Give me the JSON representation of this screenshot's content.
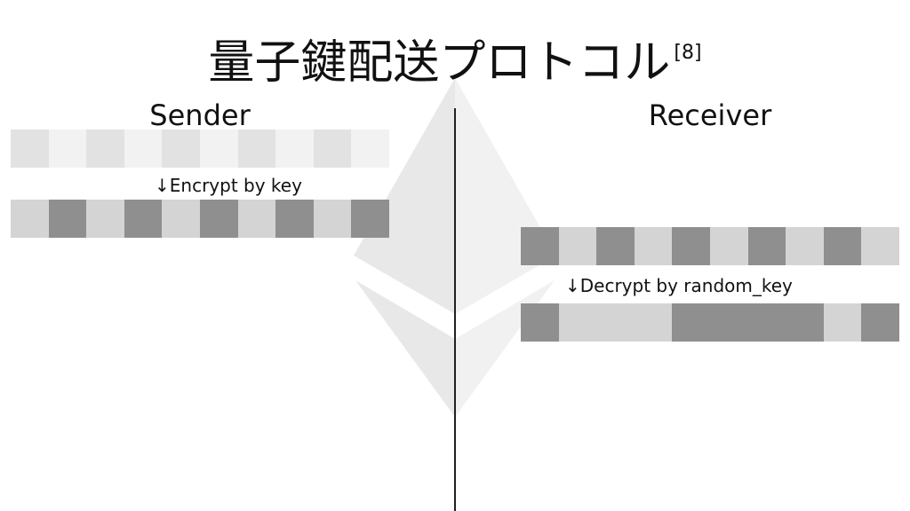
{
  "slide": {
    "title": "量子鍵配送プロトコル",
    "citation": "[8]"
  },
  "sender": {
    "label": "Sender",
    "plain_row": [
      "#e2e2e2",
      "#f2f2f2",
      "#e2e2e2",
      "#f2f2f2",
      "#e2e2e2",
      "#f2f2f2",
      "#e2e2e2",
      "#f2f2f2",
      "#e2e2e2",
      "#f2f2f2"
    ],
    "step_caption": "↓Encrypt by key",
    "encrypted_row": [
      "#d4d4d4",
      "#8f8f8f",
      "#d4d4d4",
      "#8f8f8f",
      "#d4d4d4",
      "#8f8f8f",
      "#d4d4d4",
      "#8f8f8f",
      "#d4d4d4",
      "#8f8f8f"
    ]
  },
  "receiver": {
    "label": "Receiver",
    "received_row": [
      "#8f8f8f",
      "#d4d4d4",
      "#8f8f8f",
      "#d4d4d4",
      "#8f8f8f",
      "#d4d4d4",
      "#8f8f8f",
      "#d4d4d4",
      "#8f8f8f",
      "#d4d4d4"
    ],
    "step_caption": "↓Decrypt by random_key",
    "decrypted_row": [
      "#8f8f8f",
      "#d4d4d4",
      "#d4d4d4",
      "#d4d4d4",
      "#8f8f8f",
      "#8f8f8f",
      "#8f8f8f",
      "#8f8f8f",
      "#d4d4d4",
      "#8f8f8f"
    ]
  },
  "colors": {
    "logo_dark": "#e6e6e6",
    "logo_light": "#f1f1f1",
    "divider": "#222222"
  },
  "icons": {
    "background": "ethereum-logo-icon"
  }
}
